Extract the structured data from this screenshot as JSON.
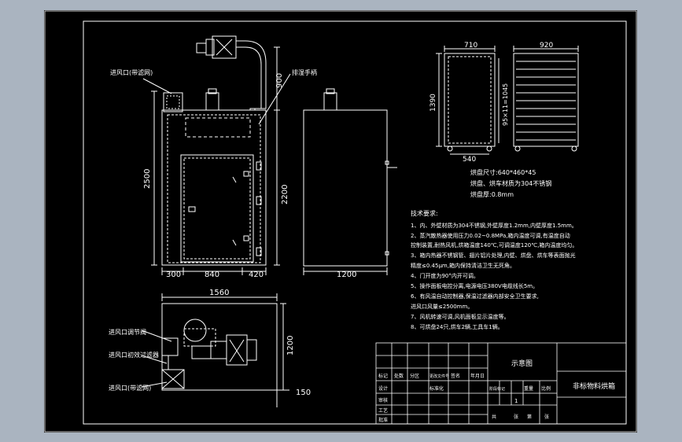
{
  "views": {
    "front": {
      "labels": {
        "inlet_top": "进风口(带滤网)",
        "exhaust": "排湿手柄"
      },
      "dims": {
        "height_total": "2500",
        "height_inner": "2200",
        "duct": "900",
        "left": "300",
        "middle": "840",
        "right": "420"
      }
    },
    "side": {
      "dims": {
        "depth": "1200"
      }
    },
    "top": {
      "labels": {
        "inlet_reg": "进风口调节阀",
        "inlet_filter": "进风口初效过滤器",
        "inlet_bottom": "进风口(带滤网)"
      },
      "dims": {
        "width": "1560",
        "depth": "1200",
        "base": "150"
      }
    },
    "cart": {
      "dims": {
        "top_width": "710",
        "height": "1390",
        "pitch": "95×11=1045",
        "bottom_width": "540",
        "tray_width": "920"
      }
    }
  },
  "specs": {
    "lines": [
      "烘盘尺寸:640*460*45",
      "烘盘、烘车材质为304不锈钢",
      "烘盘厚:0.8mm"
    ]
  },
  "notes": {
    "title": "技术要求:",
    "items": [
      "1、内、外壁材质为304不锈钢,外壁厚度1.2mm,内壁厚度1.5mm。",
      "2、蒸汽散热器使用压力0.02~0.8MPa,箱内温度可调,有温度自动",
      "控制装置,耐热风机,烘箱温度140℃,可调温度120℃,箱内温度均匀。",
      "3、箱内热器不锈钢管、翅片铝片处理,内壁、烘盘、烘车等表面抛光",
      "精度≤0.45μm,箱内保持清洁卫生无死角。",
      "4、门开度为90°内开可调。",
      "5、操作面板电控分离,电源电压380V电缆线长5m。",
      "6、有风温自动控制器,保温过滤器内部安全卫生要求,",
      "进风口风量≤2500mm。",
      "7、风机转速可调,风机面板显示温度等。",
      "8、可烘盘24只,烘车2辆,工具车1辆。"
    ]
  },
  "title_block": {
    "center_label": "示意图",
    "drawing_name": "非标物料烘箱",
    "cells": [
      "标记",
      "处数",
      "分区",
      "更改文件号",
      "签名",
      "年月日",
      "设计",
      "标准化",
      "阶段标记",
      "重量",
      "比例",
      "审核",
      "工艺",
      "批准",
      "共",
      "张",
      "第",
      "张"
    ],
    "sheet_number": "1"
  },
  "colors": {
    "background": "#000000",
    "line": "#ffffff",
    "frame": "#aab4c0"
  }
}
